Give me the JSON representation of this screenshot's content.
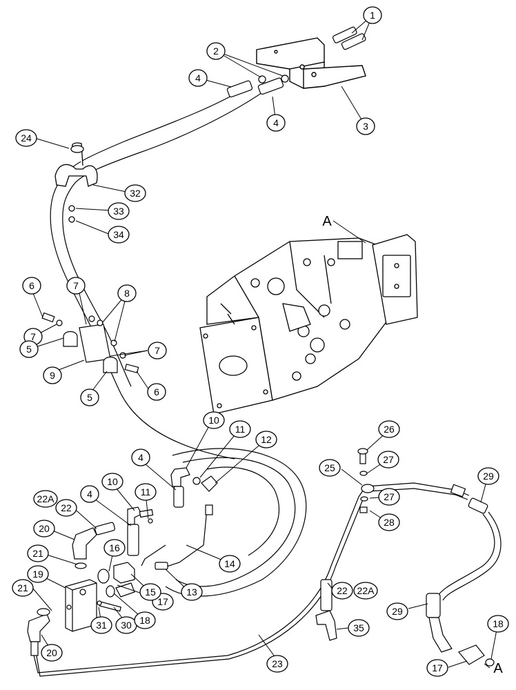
{
  "diagram": {
    "callouts": [
      {
        "id": "c1",
        "label": "1"
      },
      {
        "id": "c2",
        "label": "2"
      },
      {
        "id": "c3",
        "label": "3"
      },
      {
        "id": "c4a",
        "label": "4"
      },
      {
        "id": "c4b",
        "label": "4"
      },
      {
        "id": "c24",
        "label": "24"
      },
      {
        "id": "c32",
        "label": "32"
      },
      {
        "id": "c33",
        "label": "33"
      },
      {
        "id": "c34",
        "label": "34"
      },
      {
        "id": "c6a",
        "label": "6"
      },
      {
        "id": "c7a",
        "label": "7"
      },
      {
        "id": "c8",
        "label": "8"
      },
      {
        "id": "c7b",
        "label": "7"
      },
      {
        "id": "c5a",
        "label": "5"
      },
      {
        "id": "c7c",
        "label": "7"
      },
      {
        "id": "c9",
        "label": "9"
      },
      {
        "id": "c6b",
        "label": "6"
      },
      {
        "id": "c5b",
        "label": "5"
      },
      {
        "id": "c10a",
        "label": "10"
      },
      {
        "id": "c11a",
        "label": "11"
      },
      {
        "id": "c12",
        "label": "12"
      },
      {
        "id": "c4c",
        "label": "4"
      },
      {
        "id": "c10b",
        "label": "10"
      },
      {
        "id": "c11b",
        "label": "11"
      },
      {
        "id": "c4d",
        "label": "4"
      },
      {
        "id": "c22Aa",
        "label": "22A"
      },
      {
        "id": "c22a",
        "label": "22"
      },
      {
        "id": "c20a",
        "label": "20"
      },
      {
        "id": "c16",
        "label": "16"
      },
      {
        "id": "c21a",
        "label": "21"
      },
      {
        "id": "c19",
        "label": "19"
      },
      {
        "id": "c21b",
        "label": "21"
      },
      {
        "id": "c20b",
        "label": "20"
      },
      {
        "id": "c31",
        "label": "31"
      },
      {
        "id": "c30",
        "label": "30"
      },
      {
        "id": "c18a",
        "label": "18"
      },
      {
        "id": "c17a",
        "label": "17"
      },
      {
        "id": "c15",
        "label": "15"
      },
      {
        "id": "c13",
        "label": "13"
      },
      {
        "id": "c14",
        "label": "14"
      },
      {
        "id": "c23",
        "label": "23"
      },
      {
        "id": "c26",
        "label": "26"
      },
      {
        "id": "c27a",
        "label": "27"
      },
      {
        "id": "c25",
        "label": "25"
      },
      {
        "id": "c27b",
        "label": "27"
      },
      {
        "id": "c28",
        "label": "28"
      },
      {
        "id": "c29a",
        "label": "29"
      },
      {
        "id": "c22b",
        "label": "22"
      },
      {
        "id": "c22Ab",
        "label": "22A"
      },
      {
        "id": "c35",
        "label": "35"
      },
      {
        "id": "c29b",
        "label": "29"
      },
      {
        "id": "c18b",
        "label": "18"
      },
      {
        "id": "c17b",
        "label": "17"
      }
    ],
    "letter_callouts": [
      {
        "id": "LA1",
        "label": "A"
      },
      {
        "id": "LA2",
        "label": "A"
      }
    ]
  }
}
